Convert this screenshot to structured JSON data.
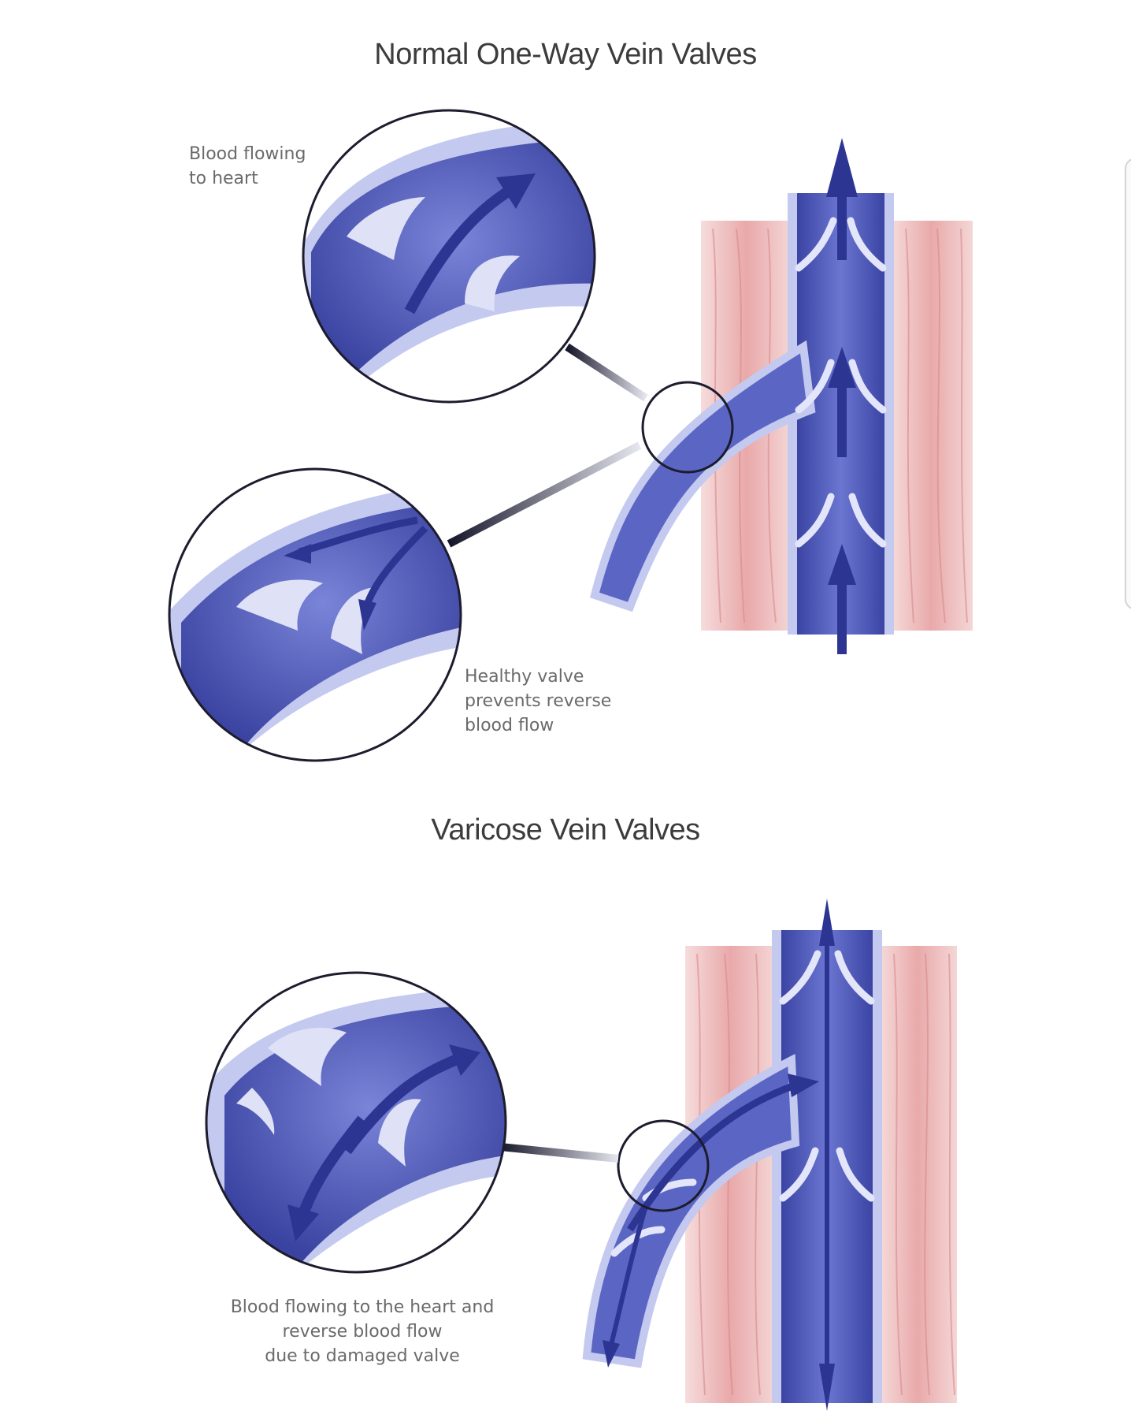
{
  "titles": {
    "top": "Normal One-Way Vein Valves",
    "bottom": "Varicose Vein Valves"
  },
  "labels": {
    "blood_to_heart": [
      "Blood flowing",
      "to heart"
    ],
    "healthy_valve": [
      "Healthy valve",
      "prevents reverse",
      "blood flow"
    ],
    "damaged_valve": [
      "Blood flowing to the heart and",
      "reverse blood flow",
      "due to damaged valve"
    ]
  },
  "colors": {
    "vein_dark": "#3f47a8",
    "vein_mid": "#5d68c7",
    "vein_light": "#c4c9ef",
    "muscle": "#e7a6a7",
    "muscle_light": "#f3d1d1",
    "arrow": "#2c3592",
    "outline": "#1c1c2e"
  }
}
